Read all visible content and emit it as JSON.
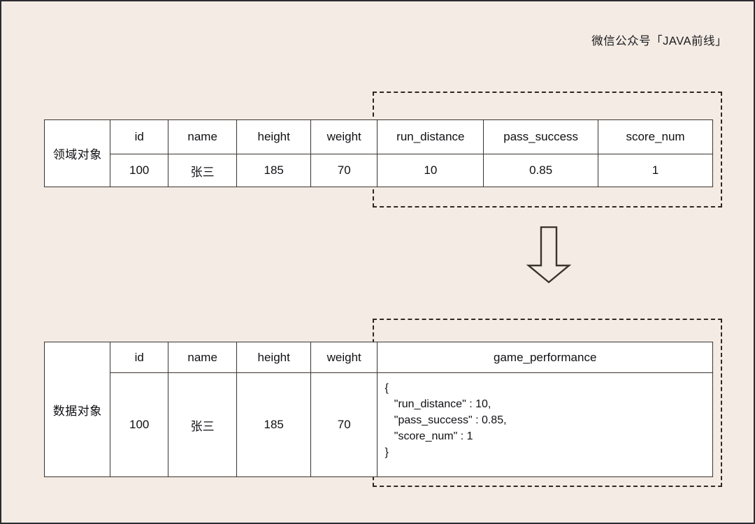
{
  "diagram": {
    "title_watermark": "微信公众号「JAVA前线」",
    "background_color": "#f4ece4",
    "frame_color": "#2b2b30",
    "dash_color": "#2e2722",
    "table_border_color": "#3a332e",
    "cell_background": "#ffffff"
  },
  "domain_table": {
    "row_label": "领域对象",
    "columns": [
      "id",
      "name",
      "height",
      "weight",
      "run_distance",
      "pass_success",
      "score_num"
    ],
    "values": [
      "100",
      "张三",
      "185",
      "70",
      "10",
      "0.85",
      "1"
    ],
    "highlighted_columns": [
      "run_distance",
      "pass_success",
      "score_num"
    ]
  },
  "arrow": {
    "name": "down-arrow-icon",
    "direction": "down"
  },
  "data_table": {
    "row_label": "数据对象",
    "columns": [
      "id",
      "name",
      "height",
      "weight",
      "game_performance"
    ],
    "values": [
      "100",
      "张三",
      "185",
      "70"
    ],
    "json_value": "{\n   \"run_distance\" : 10,\n   \"pass_success\" : 0.85,\n   \"score_num\" : 1\n}",
    "highlighted_columns": [
      "game_performance"
    ]
  }
}
